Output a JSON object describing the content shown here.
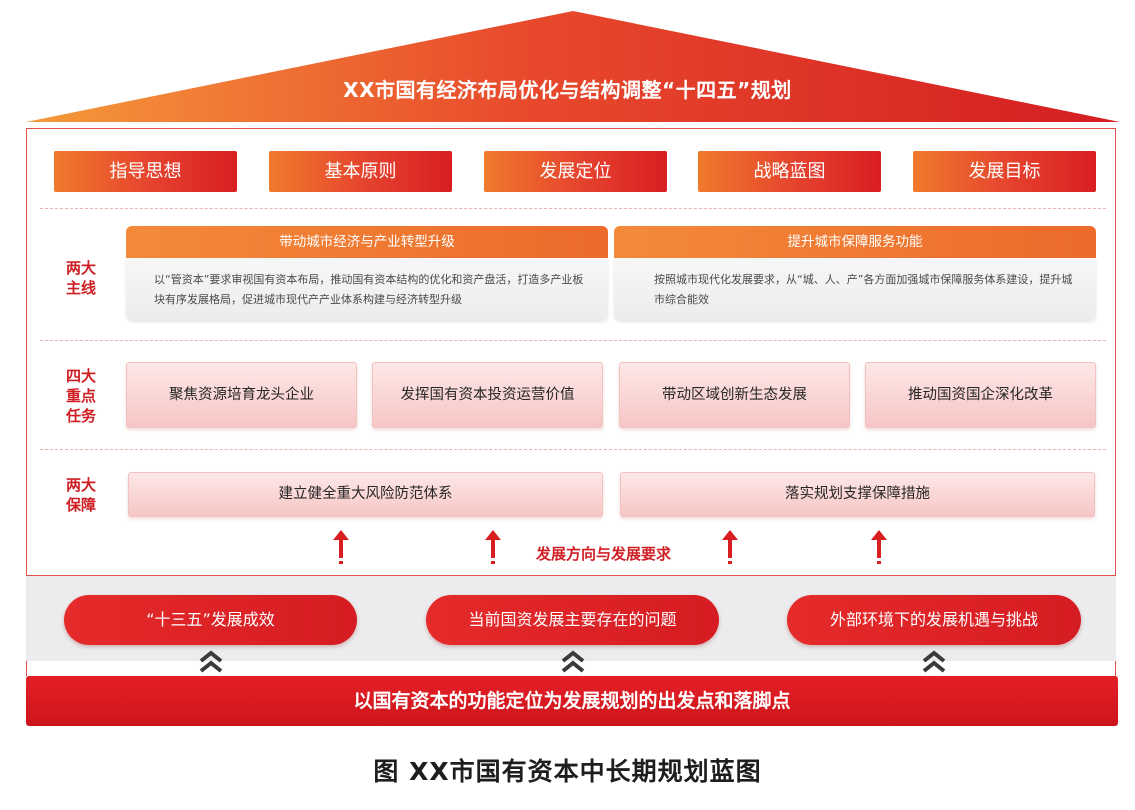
{
  "roof": {
    "title": "XX市国有经济布局优化与结构调整“十四五”规划"
  },
  "tabs": [
    "指导思想",
    "基本原则",
    "发展定位",
    "战略蓝图",
    "发展目标"
  ],
  "main_lines": {
    "label": "两大\n主线",
    "items": [
      {
        "title": "带动城市经济与产业转型升级",
        "desc": "以“管资本”要求审视国有资本布局，推动国有资本结构的优化和资产盘活，打造多产业板块有序发展格局，促进城市现代产产业体系构建与经济转型升级"
      },
      {
        "title": "提升城市保障服务功能",
        "desc": "按照城市现代化发展要求，从“城、人、产”各方面加强城市保障服务体系建设，提升城市综合能效"
      }
    ]
  },
  "key_tasks": {
    "label": "四大\n重点\n任务",
    "items": [
      "聚焦资源培育龙头企业",
      "发挥国有资本投资运营价值",
      "带动区域创新生态发展",
      "推动国资国企深化改革"
    ]
  },
  "guarantees": {
    "label": "两大\n保障",
    "items": [
      "建立健全重大风险防范体系",
      "落实规划支撑保障措施"
    ]
  },
  "direction_text": "发展方向与发展要求",
  "base": {
    "items": [
      "“十三五”发展成效",
      "当前国资发展主要存在的问题",
      "外部环境下的发展机遇与挑战"
    ]
  },
  "foundation": "以国有资本的功能定位为发展规划的出发点和落脚点",
  "caption": "图  XX市国有资本中长期规划蓝图",
  "colors": {
    "red": "#d91e22",
    "orange": "#f07a2c",
    "pink": "#f6c6c5",
    "grey": "#ececee"
  }
}
